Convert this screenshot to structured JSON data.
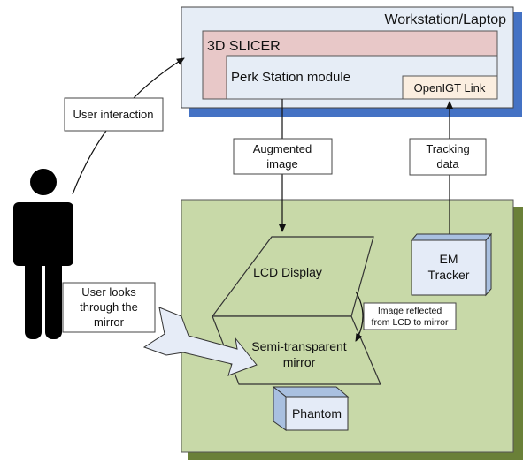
{
  "workstation": {
    "title": "Workstation/Laptop"
  },
  "slicer": {
    "title": "3D SLICER"
  },
  "perk_station": {
    "title": "Perk Station module"
  },
  "openigt": {
    "title": "OpenIGT Link"
  },
  "labels": {
    "user_interaction": "User interaction",
    "augmented_image_line1": "Augmented",
    "augmented_image_line2": "image",
    "tracking_data_line1": "Tracking",
    "tracking_data_line2": "data",
    "user_looks_line1": "User looks",
    "user_looks_line2": "through the",
    "user_looks_line3": "mirror",
    "image_reflected_line1": "Image reflected",
    "image_reflected_line2": "from LCD to mirror"
  },
  "components": {
    "lcd_display": "LCD Display",
    "mirror_line1": "Semi-transparent",
    "mirror_line2": "mirror",
    "em_tracker_line1": "EM",
    "em_tracker_line2": "Tracker",
    "phantom": "Phantom"
  },
  "colors": {
    "workstation_fill": "#e6edf6",
    "workstation_shadow": "#4472c4",
    "slicer_fill": "#e8c8c8",
    "openigt_fill": "#fbeee0",
    "setup_fill": "#c8d9a8",
    "setup_shadow": "#6a8038",
    "box3d_front": "#e4ebf7",
    "box3d_side": "#a9c0e0",
    "arrow_fill": "#e6ecf7"
  }
}
